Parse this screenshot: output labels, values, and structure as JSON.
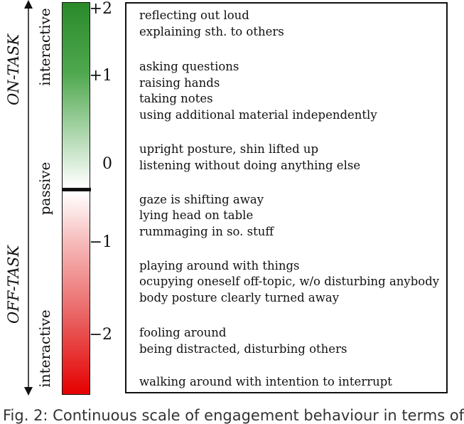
{
  "left_axis": {
    "on_task": "ON-TASK",
    "off_task": "OFF-TASK"
  },
  "modes": {
    "interactive_top": "interactive",
    "passive": "passive",
    "interactive_bottom": "interactive"
  },
  "scale": {
    "plus2": "+2",
    "plus1": "+1",
    "zero": "0",
    "minus1": "−1",
    "minus2": "−2",
    "colors": {
      "top": "#2a8a2a",
      "middle": "#ffffff",
      "bottom": "#e60000"
    }
  },
  "behaviors": {
    "g1": [
      "reflecting out loud",
      "explaining sth. to others"
    ],
    "g2": [
      "asking questions",
      "raising hands",
      "taking notes",
      "using additional material independently"
    ],
    "g3": [
      "upright posture, shin lifted up",
      "listening without doing anything else"
    ],
    "g4": [
      "gaze is shifting away",
      "lying head on table",
      "rummaging in so. stuff"
    ],
    "g5": [
      "playing around with things",
      "ocupying oneself off-topic, w/o disturbing anybody",
      "body posture clearly turned away"
    ],
    "g6": [
      "fooling around",
      "being distracted, disturbing others"
    ],
    "g7": [
      "walking around with intention to interrupt"
    ]
  },
  "caption": "Fig. 2: Continuous scale of engagement behaviour in terms of"
}
